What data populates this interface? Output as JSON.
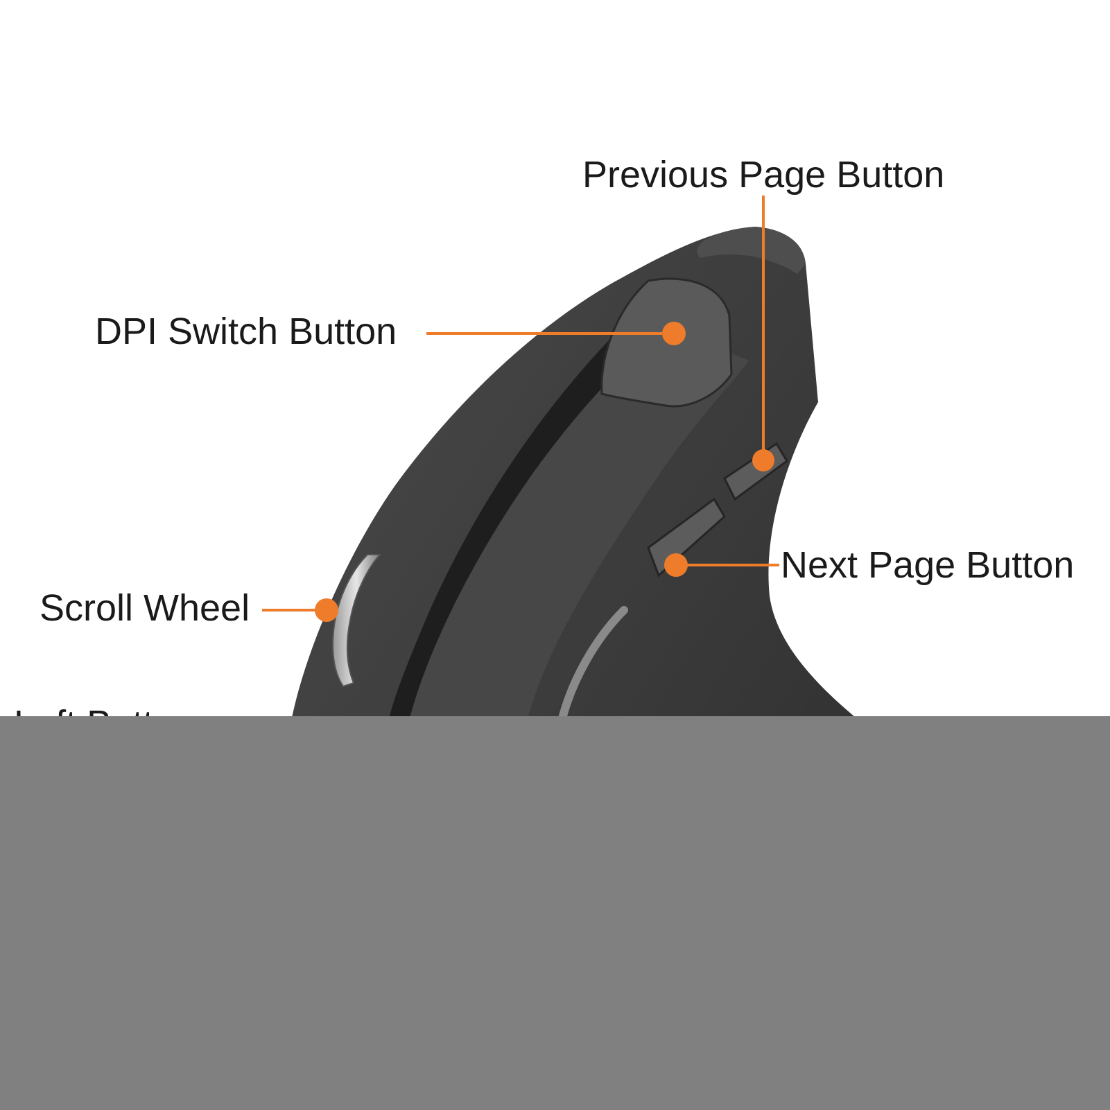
{
  "diagram": {
    "labels": {
      "previous_page": "Previous Page Button",
      "dpi_switch": "DPI Switch Button",
      "next_page": "Next Page Button",
      "scroll_wheel": "Scroll Wheel",
      "left_button_partial": "Left Button"
    },
    "colors": {
      "callout": "#ee7c2b",
      "mouse_body": "#3b3b3b",
      "overlay": "#808080",
      "background": "#ffffff"
    }
  }
}
